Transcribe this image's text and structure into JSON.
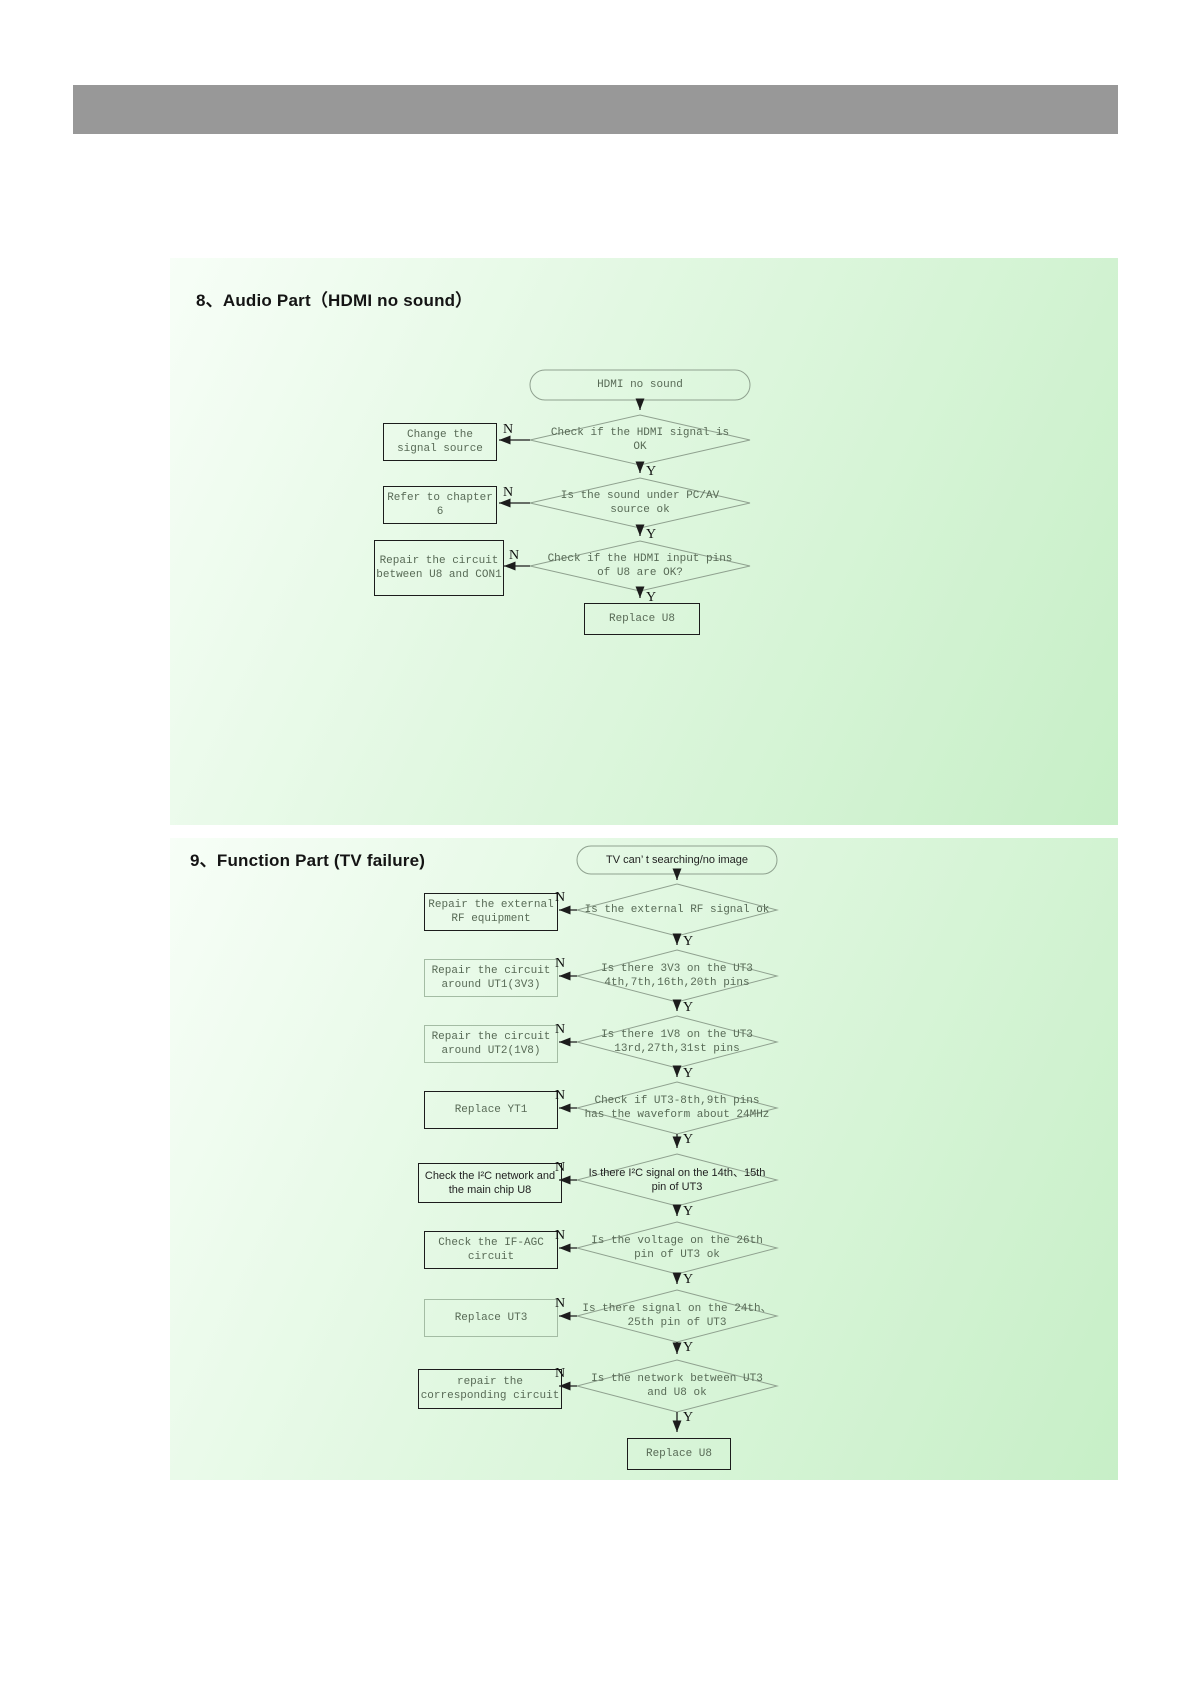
{
  "colors": {
    "header_bar": "#989898",
    "panel_green": "#c7efc7"
  },
  "labels": {
    "n": "N",
    "y": "Y"
  },
  "section8": {
    "heading": "8、Audio Part（HDMI no sound）",
    "start": "HDMI no sound",
    "rows": [
      {
        "question": "Check if the HDMI signal is OK",
        "action": "Change the signal source"
      },
      {
        "question": "Is the sound under PC/AV source ok",
        "action": "Refer to chapter 6"
      },
      {
        "question": "Check if the HDMI input pins of U8 are OK?",
        "action": "Repair the circuit between U8 and CON1"
      }
    ],
    "end": "Replace U8"
  },
  "section9": {
    "heading": "9、Function Part (TV failure)",
    "start": "TV can’ t searching/no image",
    "rows": [
      {
        "question": "Is the external RF signal ok",
        "action": "Repair the external RF equipment"
      },
      {
        "question": "Is there 3V3 on the UT3 4th,7th,16th,20th pins",
        "action": "Repair the circuit around UT1(3V3)"
      },
      {
        "question": "Is there 1V8 on the UT3 13rd,27th,31st pins",
        "action": "Repair the circuit around UT2(1V8)"
      },
      {
        "question": "Check if UT3-8th,9th pins has the waveform about 24MHz",
        "action": "Replace YT1"
      },
      {
        "question": "Is there I²C signal on the 14th、15th pin of UT3",
        "action": "Check the I²C network and the main chip U8"
      },
      {
        "question": "Is the voltage on the 26th pin of UT3 ok",
        "action": "Check the IF-AGC circuit"
      },
      {
        "question": "Is there signal on the 24th、25th pin of UT3",
        "action": "Replace UT3"
      },
      {
        "question": "Is the network between UT3 and U8 ok",
        "action": "repair the corresponding circuit"
      }
    ],
    "end": "Replace U8"
  }
}
